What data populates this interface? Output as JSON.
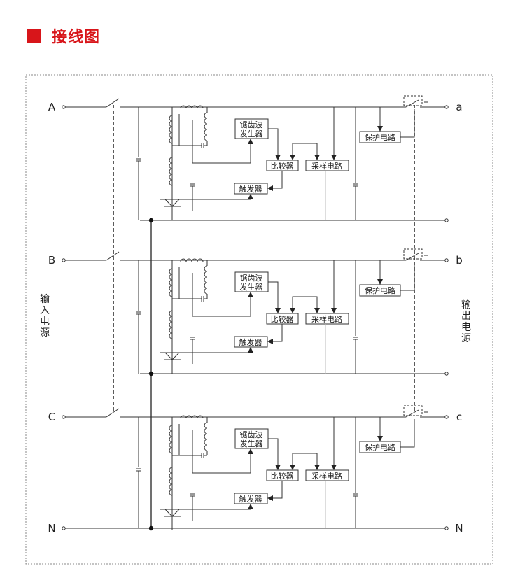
{
  "header": {
    "title": "接线图",
    "accent": "#d8151a"
  },
  "terminals": {
    "inputs": [
      "A",
      "B",
      "C"
    ],
    "outputs": [
      "a",
      "b",
      "c"
    ],
    "neutral_in": "N",
    "neutral_out": "N"
  },
  "side_labels": {
    "input": "输入电源",
    "output": "输出电源"
  },
  "blocks": {
    "sawtooth_line1": "锯齿波",
    "sawtooth_line2": "发生器",
    "comparator": "比较器",
    "sampling": "采样电路",
    "trigger": "触发器",
    "protection": "保护电路"
  }
}
